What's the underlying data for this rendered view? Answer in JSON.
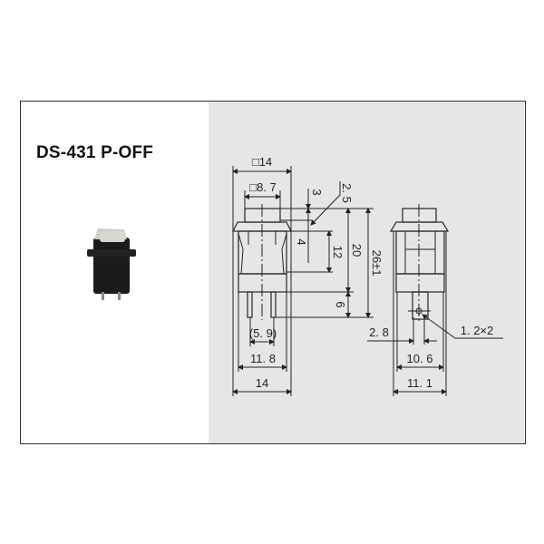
{
  "title": "DS-431 P-OFF",
  "dimensions": {
    "sq14": "□14",
    "sq8_7": "□8. 7",
    "d3": "3",
    "d2_5": "2. 5",
    "d4": "4",
    "d12": "12",
    "d20": "20",
    "d26": "26±1",
    "d6": "6",
    "d5_9": "(5. 9)",
    "d11_8": "11. 8",
    "d14": "14",
    "d2_8": "2. 8",
    "d10_6": "10. 6",
    "d11_1": "11. 1",
    "hole": "1. 2×2"
  },
  "colors": {
    "panel": "#e6e6e6",
    "line": "#222222"
  }
}
